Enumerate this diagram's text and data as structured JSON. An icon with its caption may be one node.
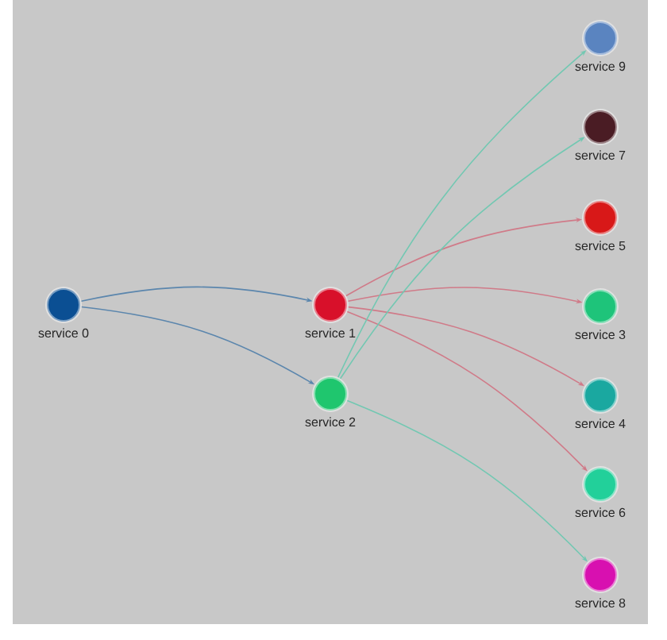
{
  "diagram": {
    "nodes": [
      {
        "text": [
          "service 0"
        ]
      },
      {
        "text": [
          "service 1"
        ]
      },
      {
        "text": [
          "service 2"
        ]
      },
      {
        "text": [
          "service 9"
        ]
      },
      {
        "text": [
          "service 7"
        ]
      },
      {
        "text": [
          "service 5"
        ]
      },
      {
        "text": [
          "service 3"
        ]
      },
      {
        "text": [
          "service 4"
        ]
      },
      {
        "text": [
          "service 6"
        ]
      },
      {
        "text": [
          "service 8"
        ]
      }
    ],
    "edges": [
      {
        "from": 0,
        "to": 1,
        "arrow": "to",
        "color": "#5b86ad"
      },
      {
        "from": 0,
        "to": 2,
        "arrow": "to",
        "color": "#5b86ad"
      },
      {
        "from": 1,
        "to": 5,
        "arrow": "to"
      },
      {
        "from": 1,
        "to": 6,
        "arrow": "to"
      },
      {
        "from": 1,
        "to": 7,
        "arrow": "to"
      },
      {
        "from": 1,
        "to": 8,
        "arrow": "to"
      },
      {
        "from": 2,
        "to": 3,
        "arrow": "to",
        "color": "#72c8b2"
      },
      {
        "from": 2,
        "to": 4,
        "arrow": "to",
        "color": "#72c8b2"
      },
      {
        "from": 2,
        "to": 9,
        "arrow": "to",
        "color": "#72c8b2"
      }
    ]
  }
}
